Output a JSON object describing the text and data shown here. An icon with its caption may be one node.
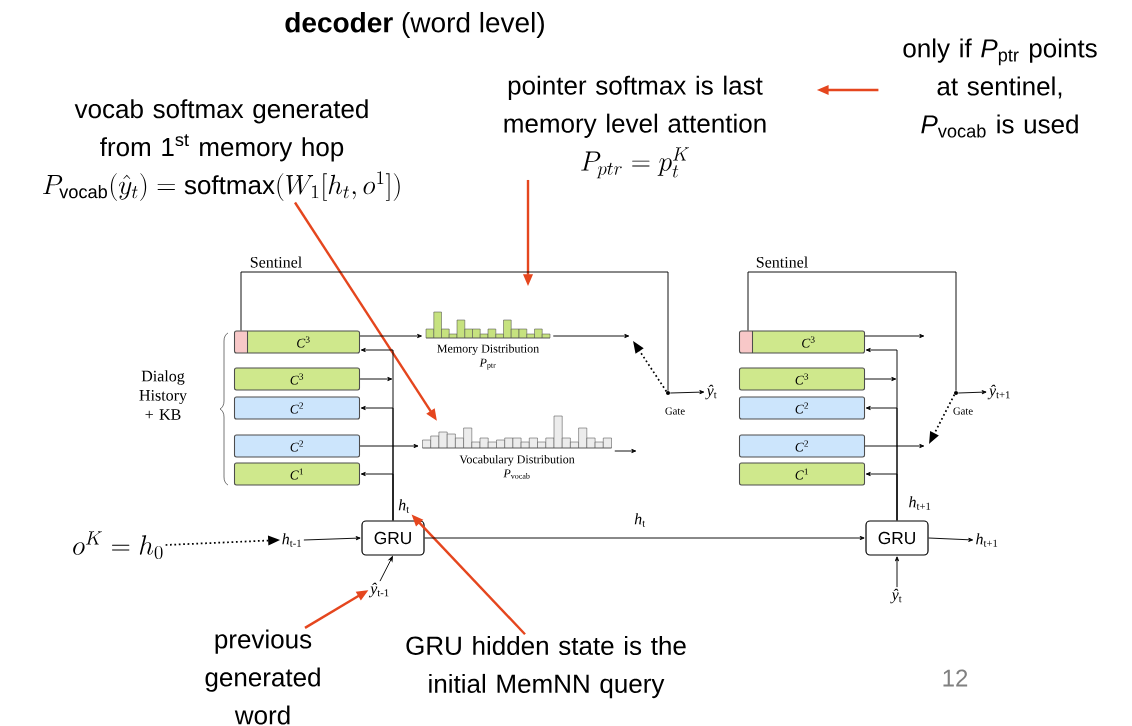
{
  "diagram": {
    "title": "**decoder** (word level)",
    "nodes": [
      {
        "text": [
          "vocab softmax generated from 1$^{st}$ memory hop",
          "P_{\\mathrm{vocab}}(\\hat{y}_t) = \\mathrm{softmax}(W_1[h_t, o^1])"
        ]
      },
      {
        "text": [
          "pointer softmax is last memory level attention",
          "P_{ptr} = p_t^K"
        ]
      },
      {
        "text": [
          "only if *P*$_{ptr}$ points at sentinel, *P*$_{vocab}$ is used"
        ]
      },
      {
        "text": [
          "previous generated word"
        ]
      },
      {
        "text": [
          "GRU hidden state is the initial MemNN query"
        ]
      },
      {
        "text": [
          "o^K = h_0"
        ]
      },
      {
        "text": [
          "*C*$^{3}$"
        ]
      },
      {
        "text": [
          "*C*$^{3}$"
        ]
      },
      {
        "text": [
          "*C*$^{2}$"
        ]
      },
      {
        "text": [
          "*C*$^{2}$"
        ]
      },
      {
        "text": [
          "*C*$^{1}$"
        ]
      },
      {
        "text": [
          "Memory Distribution",
          "*P*$_{ptr}$"
        ]
      },
      {
        "text": [
          "Vocabulary Distribution",
          "*P*$_{vocab}$"
        ]
      },
      {
        "text": [],
        "shape": "circle",
        "beside": [
          "Gate"
        ]
      },
      {
        "text": [
          "GRU"
        ]
      },
      {
        "text": [
          "*C*$^{3}$"
        ]
      },
      {
        "text": [
          "*C*$^{3}$"
        ]
      },
      {
        "text": [
          "*C*$^{2}$"
        ]
      },
      {
        "text": [
          "*C*$^{2}$"
        ]
      },
      {
        "text": [
          "*C*$^{1}$"
        ]
      },
      {
        "text": [],
        "shape": "circle",
        "beside": [
          "Gate"
        ]
      },
      {
        "text": [
          "GRU"
        ]
      },
      {
        "text": [
          "*h*$_{t-1}$"
        ]
      },
      {
        "text": [
          "*ŷ*$_{t-1}$"
        ]
      },
      {
        "text": [
          "*ŷ*$_{t}$"
        ]
      },
      {
        "text": [
          "*h*$_{t+1}$"
        ]
      },
      {
        "text": [
          "*ŷ*$_{t}$"
        ]
      },
      {
        "text": [
          "*ŷ*$_{t+1}$"
        ]
      },
      {
        "text": [
          "*h*$_{t}$"
        ]
      }
    ],
    "edges": [
      {
        "from": 1,
        "to": 11,
        "arrow": "to",
        "color": "#e5461e"
      },
      {
        "from": 2,
        "to": 1,
        "arrow": "to",
        "color": "#e5461e"
      },
      {
        "from": 0,
        "to": 12,
        "arrow": "to",
        "color": "#e5461e"
      },
      {
        "from": 3,
        "to": 23,
        "arrow": "to",
        "color": "#e5461e"
      },
      {
        "from": 4,
        "to": 28,
        "arrow": "to",
        "color": "#e5461e"
      },
      {
        "from": 5,
        "to": 22,
        "arrow": "to",
        "style": "dashed"
      },
      {
        "from": 22,
        "to": 14,
        "arrow": "to"
      },
      {
        "from": 23,
        "to": 14,
        "arrow": "to"
      },
      {
        "from": 14,
        "to": 21,
        "arrow": "to",
        "label": "*h*$_{t}$"
      },
      {
        "from": 21,
        "to": 25,
        "arrow": "to"
      },
      {
        "from": 26,
        "to": 21,
        "arrow": "to"
      },
      {
        "from": 14,
        "to": 6,
        "arrow": "to"
      },
      {
        "from": 7,
        "to": null,
        "arrow": "to"
      },
      {
        "from": 14,
        "to": 8,
        "arrow": "to"
      },
      {
        "from": 14,
        "to": 10,
        "arrow": "to"
      },
      {
        "from": 6,
        "to": 11,
        "arrow": "to"
      },
      {
        "from": 9,
        "to": 12,
        "arrow": "to"
      },
      {
        "from": 11,
        "to": null,
        "arrow": "to"
      },
      {
        "from": 12,
        "to": null,
        "arrow": "to"
      },
      {
        "from": 6,
        "to": 13,
        "arrow": "none"
      },
      {
        "from": 13,
        "to": null,
        "arrow": "to",
        "style": "dashed"
      },
      {
        "from": 13,
        "to": 24,
        "arrow": "to"
      },
      {
        "from": 21,
        "to": 15,
        "arrow": "to"
      },
      {
        "from": 16,
        "to": null,
        "arrow": "to"
      },
      {
        "from": 21,
        "to": 17,
        "arrow": "to"
      },
      {
        "from": 21,
        "to": 19,
        "arrow": "to"
      },
      {
        "from": 15,
        "to": null,
        "arrow": "to"
      },
      {
        "from": 18,
        "to": null,
        "arrow": "to"
      },
      {
        "from": 15,
        "to": 20,
        "arrow": "none"
      },
      {
        "from": 20,
        "to": null,
        "arrow": "to",
        "style": "dashed"
      },
      {
        "from": 20,
        "to": 27,
        "arrow": "to"
      }
    ],
    "labels": [
      "Sentinel",
      "Sentinel",
      "Dialog History + KB",
      "*h*$_{t+1}$",
      "12"
    ]
  }
}
